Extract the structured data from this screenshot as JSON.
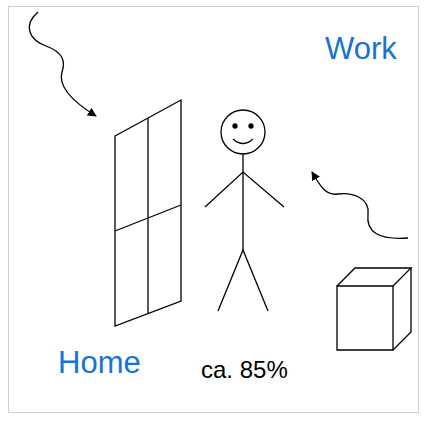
{
  "diagram": {
    "labels": [
      "Work",
      "Home",
      "ca. 85%"
    ]
  }
}
